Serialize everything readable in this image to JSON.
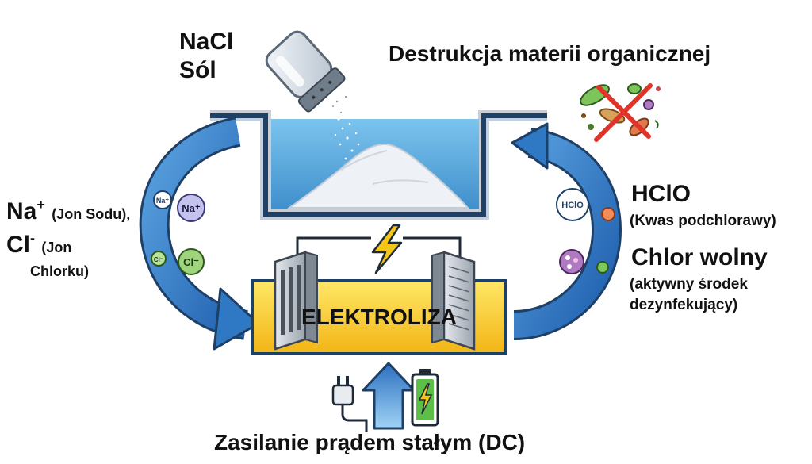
{
  "salt": {
    "formula": "NaCl",
    "name": "Sól"
  },
  "organic": {
    "title": "Destrukcja materii organicznej"
  },
  "left_ions": {
    "na_symbol": "Na",
    "na_charge": "+",
    "na_name": "(Jon Sodu),",
    "cl_symbol": "Cl",
    "cl_charge": "-",
    "cl_name_line1": "(Jon",
    "cl_name_line2": "Chlorku)",
    "bubble_na": "Na⁺",
    "bubble_cl": "Cl⁻"
  },
  "right_products": {
    "hclo": "HClO",
    "hclo_name": "(Kwas podchlorawy)",
    "chlor": "Chlor wolny",
    "chlor_desc_line1": "(aktywny środek",
    "chlor_desc_line2": "dezynfekujący)",
    "bubble_hclo": "HClO"
  },
  "process": {
    "label": "ELEKTROLIZA"
  },
  "power": {
    "label": "Zasilanie prądem stałym (DC)"
  },
  "colors": {
    "arrow_blue": "#2f78c4",
    "tank_water": "#5aaede",
    "tank_wall": "#1e3f66",
    "electrolysis_yellow": "#f6cf1f",
    "bolt_yellow": "#f5c518",
    "forbidden_red": "#e0332a",
    "battery_green": "#5cbf4a"
  },
  "icons": [
    "salt-shaker-icon",
    "bacteria-forbidden-icon",
    "lightning-bolt-icon",
    "electrode-plate-icon",
    "power-plug-icon",
    "up-arrow-icon",
    "battery-icon"
  ]
}
